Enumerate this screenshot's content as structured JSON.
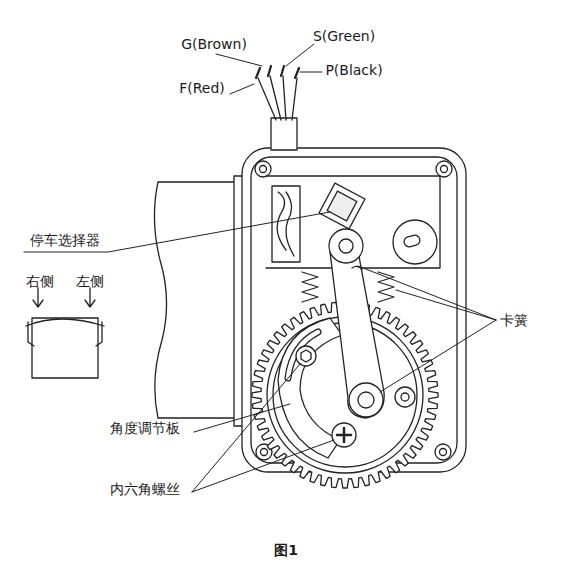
{
  "diagram": {
    "caption": "图1",
    "labels": [
      "G(Brown)",
      "S(Green)",
      "P(Black)",
      "F(Red)",
      "停车选择器",
      "右侧",
      "左侧",
      "卡簧",
      "角度调节板",
      "内六角螺丝"
    ]
  }
}
